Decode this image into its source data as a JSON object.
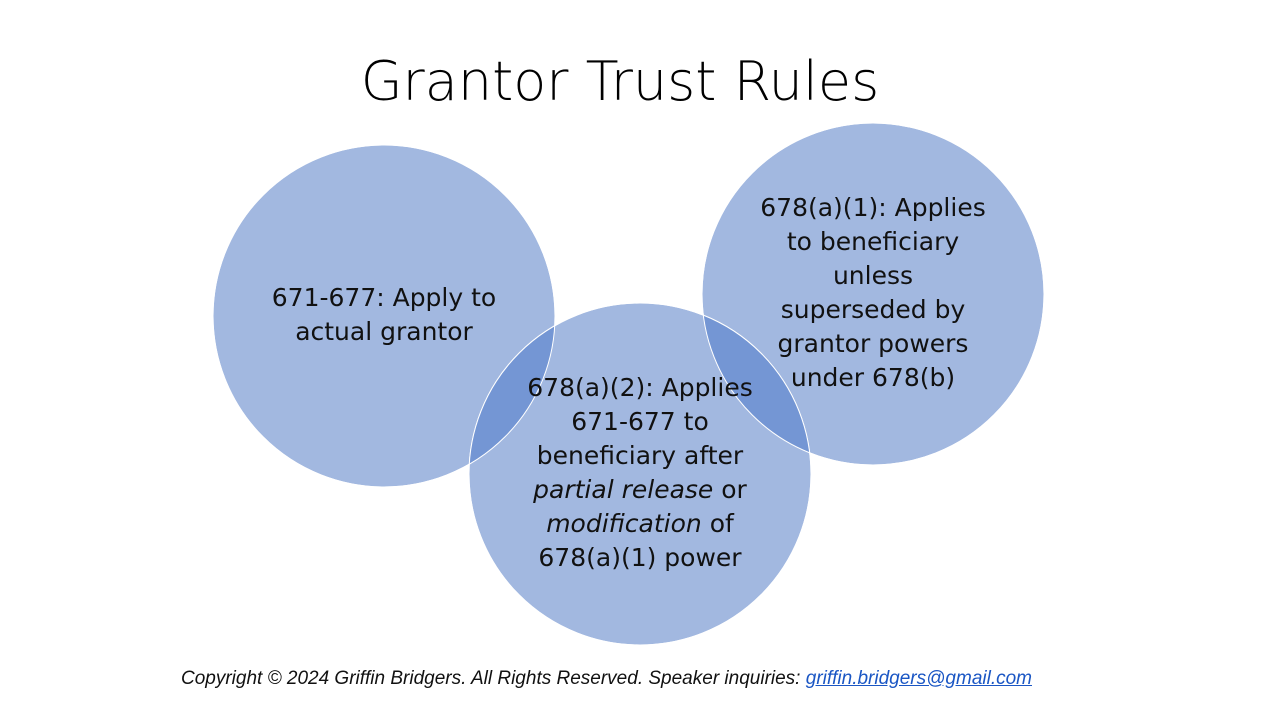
{
  "title": "Grantor Trust Rules",
  "colors": {
    "circle_fill": "#a2b8e0",
    "overlap_fill": "#7496d4",
    "circle_stroke": "#ffffff",
    "link": "#1a56c4"
  },
  "circles": [
    {
      "lines": [
        "671-677: Apply to",
        "actual grantor"
      ]
    },
    {
      "lines": [
        "678(a)(2): Applies",
        "671-677 to",
        "beneficiary after"
      ],
      "line4_italic": "partial release",
      "line4_rest": " or",
      "line5_italic": "modification",
      "line5_rest": " of",
      "line6": "678(a)(1) power"
    },
    {
      "lines": [
        "678(a)(1): Applies",
        "to beneficiary",
        "unless",
        "superseded by",
        "grantor powers",
        "under 678(b)"
      ]
    }
  ],
  "footer": {
    "text": "Copyright © 2024 Griffin Bridgers.  All Rights Reserved. Speaker inquiries: ",
    "email": "griffin.bridgers@gmail.com"
  }
}
